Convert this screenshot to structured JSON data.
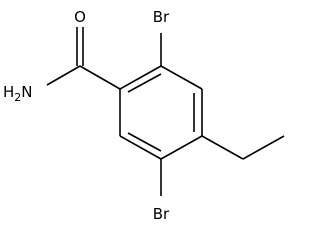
{
  "molecule": {
    "atoms": {
      "carbonyl_oxygen": "O",
      "amide_nitrogen": "N",
      "amide_h": "H",
      "amide_h_count": "2",
      "bromine_top": "Br",
      "bromine_bottom": "Br"
    }
  }
}
